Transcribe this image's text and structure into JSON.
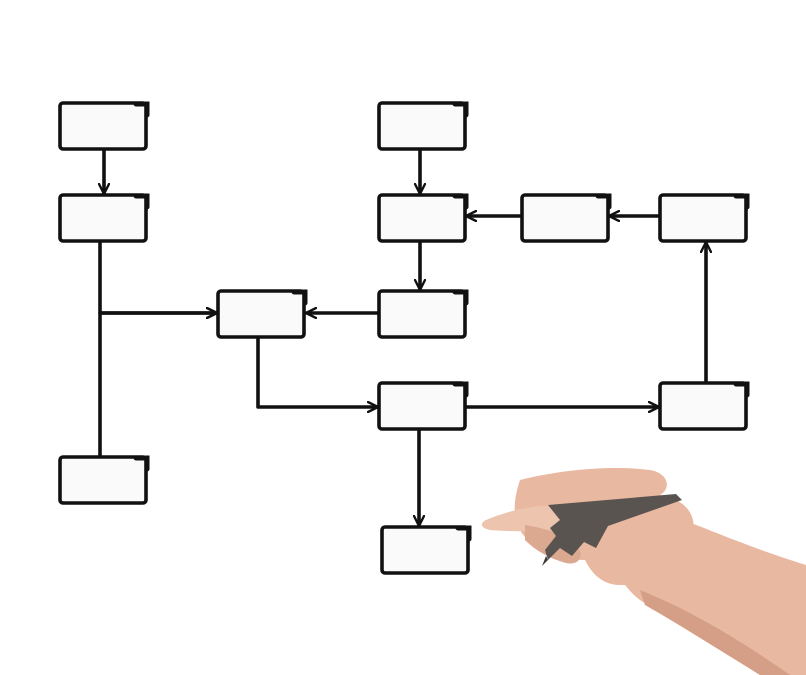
{
  "diagram": {
    "nodes": [
      {
        "id": "n1",
        "label": ""
      },
      {
        "id": "n2",
        "label": ""
      },
      {
        "id": "n3",
        "label": ""
      },
      {
        "id": "n4",
        "label": ""
      },
      {
        "id": "n5",
        "label": ""
      },
      {
        "id": "n6",
        "label": ""
      },
      {
        "id": "n7",
        "label": ""
      },
      {
        "id": "n8",
        "label": ""
      },
      {
        "id": "n9",
        "label": ""
      },
      {
        "id": "n10",
        "label": ""
      },
      {
        "id": "n11",
        "label": ""
      },
      {
        "id": "n12",
        "label": ""
      }
    ],
    "edges": [
      {
        "from": "n1",
        "to": "n2"
      },
      {
        "from": "n2",
        "to": "n4"
      },
      {
        "from": "n3",
        "to": "n4"
      },
      {
        "from": "n6",
        "to": "n4"
      },
      {
        "from": "n5",
        "to": "n7"
      },
      {
        "from": "n7",
        "to": "n6"
      },
      {
        "from": "n8",
        "to": "n7"
      },
      {
        "from": "n9",
        "to": "n8"
      },
      {
        "from": "n4",
        "to": "n10"
      },
      {
        "from": "n10",
        "to": "n11"
      },
      {
        "from": "n11",
        "to": "n9"
      },
      {
        "from": "n10",
        "to": "n12"
      }
    ]
  },
  "colors": {
    "stroke": "#111111",
    "box_fill": "#fafafa",
    "background": "#ffffff",
    "skin": "#e9b8a0",
    "skin_shadow": "#d59e86",
    "pen": "#5a5450"
  },
  "decoration": {
    "hand": "hand-holding-pen-illustration"
  }
}
